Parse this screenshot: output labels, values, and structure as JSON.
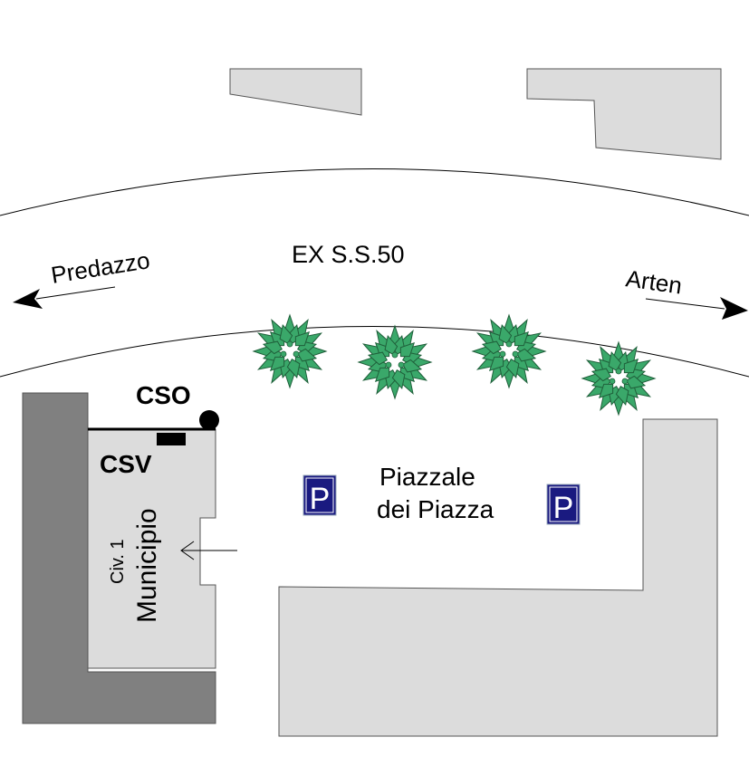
{
  "road": {
    "name": "EX S.S.50"
  },
  "directions": {
    "west": "Predazzo",
    "east": "Arten"
  },
  "square": {
    "line1": "Piazzale",
    "line2": "dei Piazza"
  },
  "parking": {
    "symbol": "P",
    "color": "#1a1a80"
  },
  "building": {
    "civic": "Civ. 1",
    "name": "Municipio"
  },
  "markers": {
    "cso": "CSO",
    "csv": "CSV"
  },
  "colors": {
    "building_light": "#dcdcdc",
    "building_dark": "#808080",
    "tree_fill": "#3aa86a",
    "tree_stroke": "#1f5f3a"
  }
}
